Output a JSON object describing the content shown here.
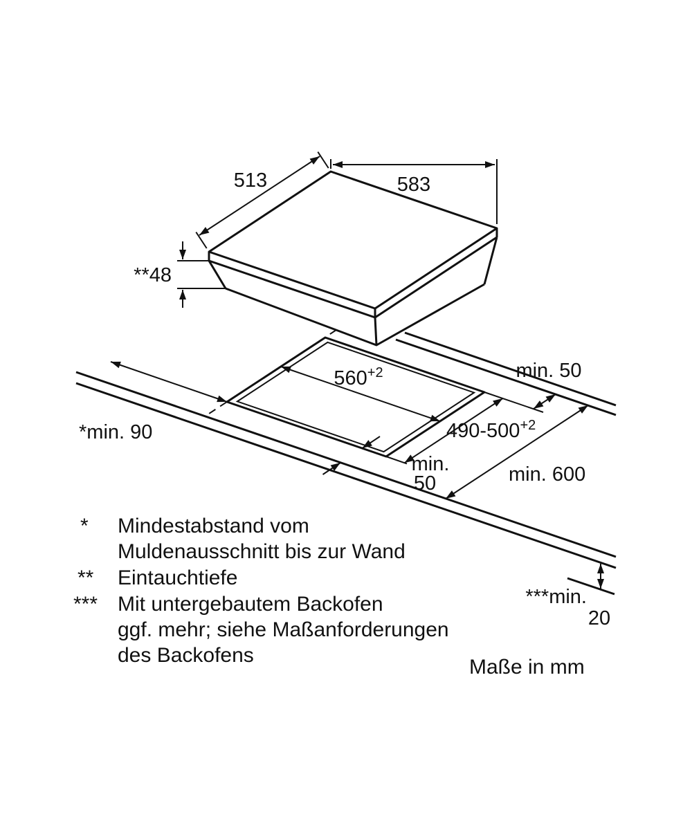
{
  "dimensions": {
    "hob_width": "583",
    "hob_depth": "513",
    "insertion_depth": "**48",
    "cutout_width": "560",
    "cutout_width_tolerance": "+2",
    "cutout_depth": "490-500",
    "cutout_depth_tolerance": "+2",
    "clearance_back": "min. 50",
    "clearance_front_line1": "min.",
    "clearance_front_line2": "50",
    "clearance_wall": "*min. 90",
    "worktop_depth": "min. 600",
    "clearance_below_line1": "***min.",
    "clearance_below_line2": "20"
  },
  "footnotes": [
    {
      "marker": "*",
      "lines": [
        "Mindestabstand vom",
        "Muldenausschnitt bis zur Wand"
      ]
    },
    {
      "marker": "**",
      "lines": [
        "Eintauchtiefe"
      ]
    },
    {
      "marker": "***",
      "lines": [
        "Mit untergebautem Backofen",
        "ggf. mehr; siehe Maßanforderungen",
        "des Backofens"
      ]
    }
  ],
  "units_note": "Maße in mm"
}
